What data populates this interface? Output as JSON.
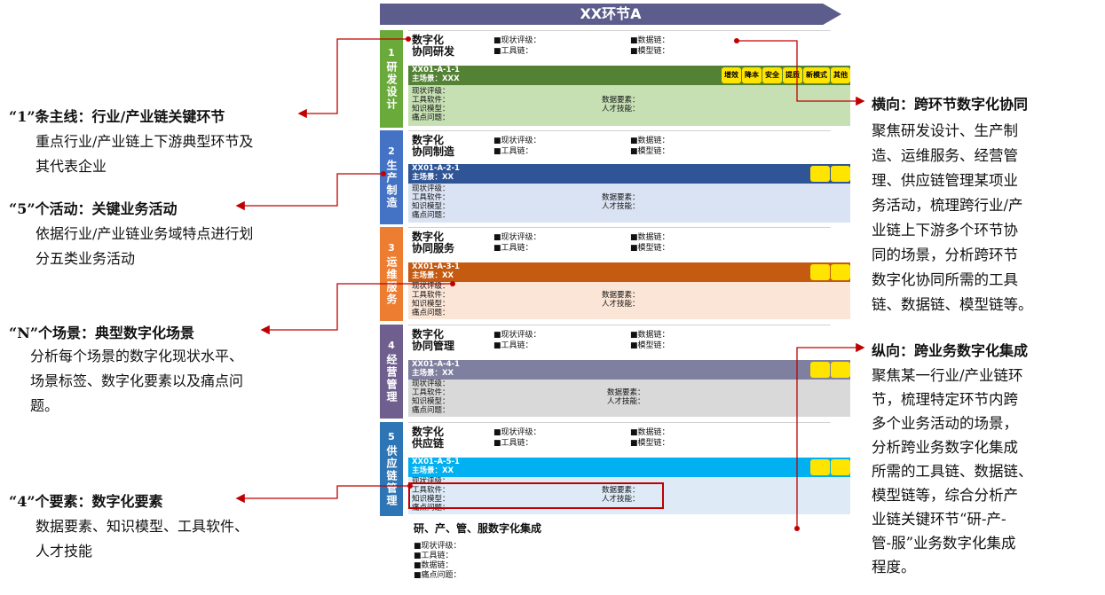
{
  "header": {
    "title": "XX环节A"
  },
  "sections": [
    {
      "num": "1",
      "name": "研发设计",
      "color": "#6aaa3a",
      "light": "#c6e0b4",
      "bar": "#548235",
      "top_title_1": "数字化",
      "top_title_2": "协同研发",
      "code": "XX01-A-1-1",
      "scene": "主场景：XXX",
      "tags": [
        "增效",
        "降本",
        "安全",
        "提质",
        "新模式",
        "其他"
      ]
    },
    {
      "num": "2",
      "name": "生产制造",
      "color": "#4472c4",
      "light": "#dae3f3",
      "bar": "#2f5597",
      "top_title_1": "数字化",
      "top_title_2": "协同制造",
      "code": "XX01-A-2-1",
      "scene": "主场景：XX",
      "tags": []
    },
    {
      "num": "3",
      "name": "运维服务",
      "color": "#ed7d31",
      "light": "#fbe5d6",
      "bar": "#c55a11",
      "top_title_1": "数字化",
      "top_title_2": "协同服务",
      "code": "XX01-A-3-1",
      "scene": "主场景：XX",
      "tags": []
    },
    {
      "num": "4",
      "name": "经营管理",
      "color": "#6f5f8f",
      "light": "#d9d9d9",
      "bar": "#7f7f9f",
      "top_title_1": "数字化",
      "top_title_2": "协同管理",
      "code": "XX01-A-4-1",
      "scene": "主场景：XX",
      "tags": []
    },
    {
      "num": "5",
      "name": "供应链管理",
      "color": "#2e75b6",
      "light": "#deebf7",
      "bar": "#00b0f0",
      "top_title_1": "数字化",
      "top_title_2": "供应链",
      "code": "XX01-A-5-1",
      "scene": "主场景：XX",
      "tags": []
    }
  ],
  "labels": {
    "status_level": "■现状评级：",
    "tool_chain": "■工具链：",
    "data_chain": "■数据链：",
    "model_chain": "■模型链：",
    "b_status": "现状评级：",
    "b_tool": "工具软件：",
    "b_knowledge": "知识模型：",
    "b_pain": "痛点问题：",
    "b_data": "数据要素：",
    "b_talent": "人才技能："
  },
  "integration": {
    "title": "研、产、管、服数字化集成",
    "items": [
      "■现状评级：",
      "■工具链：",
      "■数据链：",
      "■痛点问题："
    ]
  },
  "left_notes": [
    {
      "head": "“1”条主线：行业/产业链关键环节",
      "desc": [
        "重点行业/产业链上下游典型环节及",
        "其代表企业"
      ]
    },
    {
      "head": "“5”个活动：关键业务活动",
      "desc": [
        "依据行业/产业链业务域特点进行划",
        "分五类业务活动"
      ]
    },
    {
      "head": "“N”个场景：典型数字化场景",
      "desc": [
        "分析每个场景的数字化现状水平、",
        "场景标签、数字化要素以及痛点问",
        "题。"
      ]
    },
    {
      "head": "“4”个要素：数字化要素",
      "desc": [
        "数据要素、知识模型、工具软件、",
        "人才技能"
      ]
    }
  ],
  "right_notes": [
    {
      "head": "横向：跨环节数字化协同",
      "desc": [
        "聚焦研发设计、生产制",
        "造、运维服务、经营管",
        "理、供应链管理某项业",
        "务活动，梳理跨行业/产",
        "业链上下游多个环节协",
        "同的场景，分析跨环节",
        "数字化协同所需的工具",
        "链、数据链、模型链等。"
      ]
    },
    {
      "head": "纵向：跨业务数字化集成",
      "desc": [
        "聚焦某一行业/产业链环",
        "节，梳理特定环节内跨",
        "多个业务活动的场景，",
        "分析跨业务数字化集成",
        "所需的工具链、数据链、",
        "模型链等，综合分析产",
        "业链关键环节“研-产-",
        "管-服”业务数字化集成",
        "程度。"
      ]
    }
  ],
  "colors": {
    "arrow": "#c00000",
    "highlight_box": "#c00000"
  }
}
